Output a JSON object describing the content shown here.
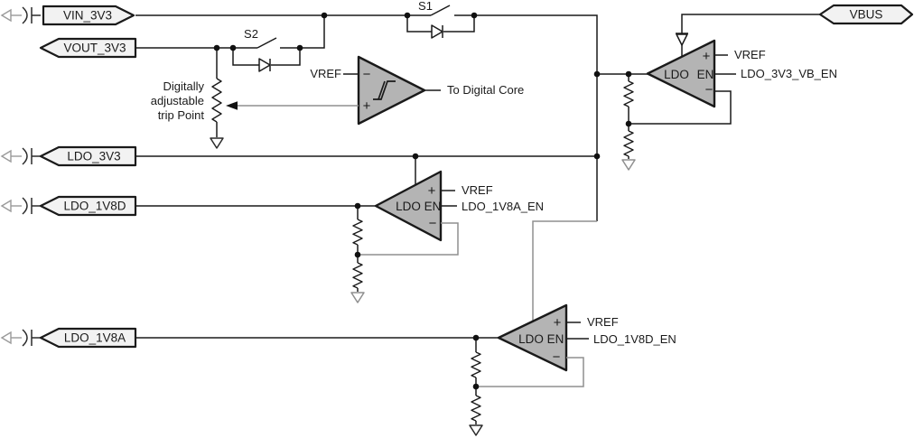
{
  "tags": {
    "vin": "VIN_3V3",
    "vout": "VOUT_3V3",
    "ldo3v3": "LDO_3V3",
    "ldo1v8d": "LDO_1V8D",
    "ldo1v8a": "LDO_1V8A",
    "vbus": "VBUS"
  },
  "switches": {
    "s1": "S1",
    "s2": "S2"
  },
  "comparator": {
    "ref": "VREF",
    "minus": "−",
    "plus": "+",
    "out": "To Digital Core"
  },
  "note": [
    "Digitally",
    "adjustable",
    "trip Point"
  ],
  "ldos": [
    {
      "label": "LDO",
      "en": "EN",
      "plus": "+",
      "minus": "−",
      "ref": "VREF",
      "enable": "LDO_3V3_VB_EN"
    },
    {
      "label": "LDO",
      "en": "EN",
      "plus": "+",
      "minus": "−",
      "ref": "VREF",
      "enable": "LDO_1V8A_EN"
    },
    {
      "label": "LDO",
      "en": "EN",
      "plus": "+",
      "minus": "−",
      "ref": "VREF",
      "enable": "LDO_1V8D_EN"
    }
  ],
  "colors": {
    "block_fill": "#b4b4b4",
    "tag_fill": "#f2f2f2",
    "wire": "#1a1a1a",
    "dim_wire": "#8f8f8f"
  }
}
